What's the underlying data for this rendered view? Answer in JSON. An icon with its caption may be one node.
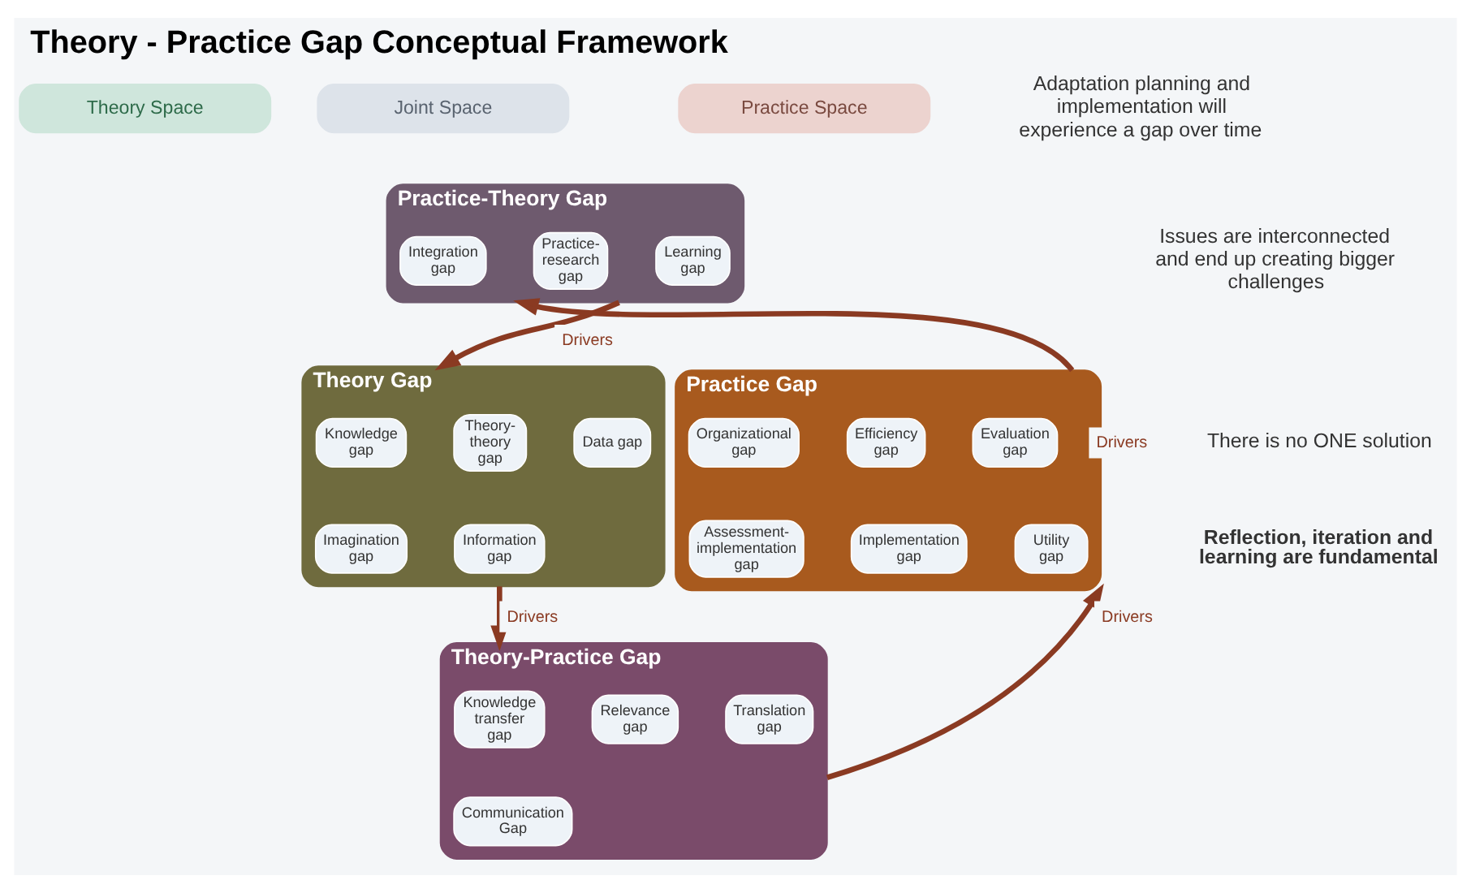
{
  "diagram": {
    "title": "Theory - Practice Gap Conceptual Framework",
    "nodes": [
      {
        "text": [
          "Theory Space"
        ]
      },
      {
        "text": [
          "Joint Space"
        ]
      },
      {
        "text": [
          "Practice Space"
        ]
      },
      {
        "text": [
          "Practice-Theory Gap"
        ]
      },
      {
        "text": [
          "Integration gap"
        ],
        "in": 3
      },
      {
        "text": [
          "Practice-research gap"
        ],
        "in": 3
      },
      {
        "text": [
          "Learning gap"
        ],
        "in": 3
      },
      {
        "text": [
          "Theory Gap"
        ]
      },
      {
        "text": [
          "Knowledge gap"
        ],
        "in": 7
      },
      {
        "text": [
          "Theory-theory gap"
        ],
        "in": 7
      },
      {
        "text": [
          "Data gap"
        ],
        "in": 7
      },
      {
        "text": [
          "Imagination gap"
        ],
        "in": 7
      },
      {
        "text": [
          "Information gap"
        ],
        "in": 7
      },
      {
        "text": [
          "Practice Gap"
        ]
      },
      {
        "text": [
          "Organizational gap"
        ],
        "in": 13
      },
      {
        "text": [
          "Efficiency gap"
        ],
        "in": 13
      },
      {
        "text": [
          "Evaluation gap"
        ],
        "in": 13
      },
      {
        "text": [
          "Assessment-implementation gap"
        ],
        "in": 13
      },
      {
        "text": [
          "Implementation gap"
        ],
        "in": 13
      },
      {
        "text": [
          "Utility gap"
        ],
        "in": 13
      },
      {
        "text": [
          "Theory-Practice Gap"
        ]
      },
      {
        "text": [
          "Knowledge transfer gap"
        ],
        "in": 20
      },
      {
        "text": [
          "Relevance gap"
        ],
        "in": 20
      },
      {
        "text": [
          "Translation gap"
        ],
        "in": 20
      },
      {
        "text": [
          "Communication Gap"
        ],
        "in": 20
      }
    ],
    "edges": [
      {
        "from": 3,
        "to": 7,
        "arrow": "to",
        "label": "Drivers"
      },
      {
        "from": 7,
        "to": 20,
        "arrow": "to",
        "label": "Drivers"
      },
      {
        "from": 20,
        "to": 13,
        "arrow": "to",
        "label": "Drivers"
      },
      {
        "from": 13,
        "to": 3,
        "arrow": "to",
        "label": "Drivers"
      }
    ],
    "labels": [
      "Adaptation planning and implementation will experience a gap over time",
      "Issues are interconnected and end up creating bigger challenges",
      "There is no ONE solution",
      "Reflection, iteration and learning are fundamental"
    ]
  }
}
